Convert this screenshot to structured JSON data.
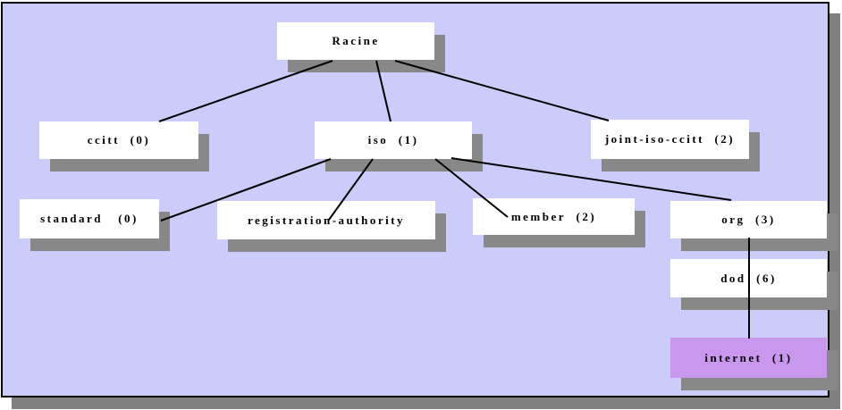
{
  "diagram": {
    "root_label": "Racine",
    "highlighted_node": "internet (1)"
  },
  "nodes": {
    "racine": {
      "label": "Racine"
    },
    "ccitt": {
      "label": "ccitt  (0)"
    },
    "iso": {
      "label": "iso  (1)"
    },
    "joint": {
      "label": "joint-iso-ccitt  (2)"
    },
    "standard": {
      "label": "standard   (0)"
    },
    "regauth": {
      "label": "registration-authority"
    },
    "member": {
      "label": "member  (2)"
    },
    "org": {
      "label": "org  (3)"
    },
    "dod": {
      "label": "dod  (6)"
    },
    "internet": {
      "label": "internet  (1)",
      "highlighted": true
    }
  },
  "tree": {
    "root": "Racine",
    "edges": [
      [
        "Racine",
        "ccitt (0)"
      ],
      [
        "Racine",
        "iso (1)"
      ],
      [
        "Racine",
        "joint-iso-ccitt (2)"
      ],
      [
        "iso (1)",
        "standard (0)"
      ],
      [
        "iso (1)",
        "registration-authority"
      ],
      [
        "iso (1)",
        "member (2)"
      ],
      [
        "iso (1)",
        "org (3)"
      ],
      [
        "org (3)",
        "dod (6)"
      ],
      [
        "dod (6)",
        "internet (1)"
      ]
    ]
  },
  "colors": {
    "background": "#ccccfa",
    "node_fill": "#ffffff",
    "highlight_fill": "#c998ee",
    "node_shadow": "#888888",
    "frame_shadow": "#808080",
    "line": "#000000",
    "text": "#000000"
  }
}
